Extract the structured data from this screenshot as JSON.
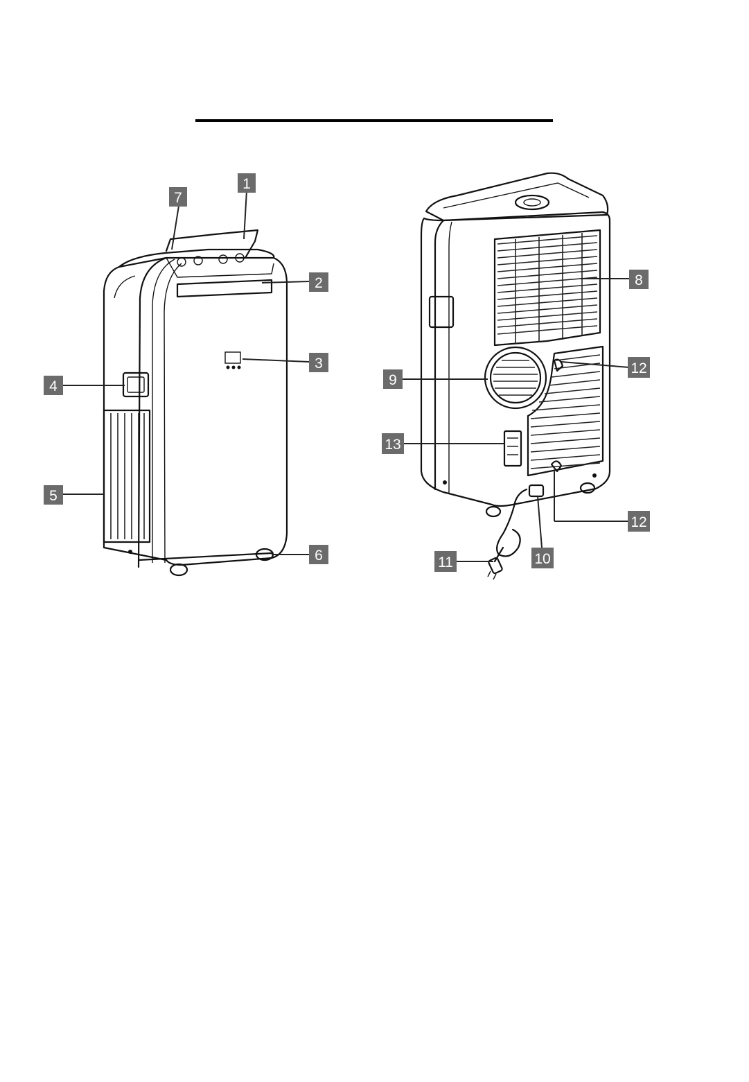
{
  "diagram": {
    "callouts": [
      {
        "id": "c1",
        "label": "1"
      },
      {
        "id": "c2",
        "label": "2"
      },
      {
        "id": "c3",
        "label": "3"
      },
      {
        "id": "c4",
        "label": "4"
      },
      {
        "id": "c5",
        "label": "5"
      },
      {
        "id": "c6",
        "label": "6"
      },
      {
        "id": "c7",
        "label": "7"
      },
      {
        "id": "c8",
        "label": "8"
      },
      {
        "id": "c9",
        "label": "9"
      },
      {
        "id": "c10",
        "label": "10"
      },
      {
        "id": "c11",
        "label": "11"
      },
      {
        "id": "c12a",
        "label": "12"
      },
      {
        "id": "c12b",
        "label": "12"
      },
      {
        "id": "c13",
        "label": "13"
      }
    ],
    "colors": {
      "callout_fill": "#6b6b6b",
      "line": "#111111",
      "background": "#ffffff"
    }
  }
}
